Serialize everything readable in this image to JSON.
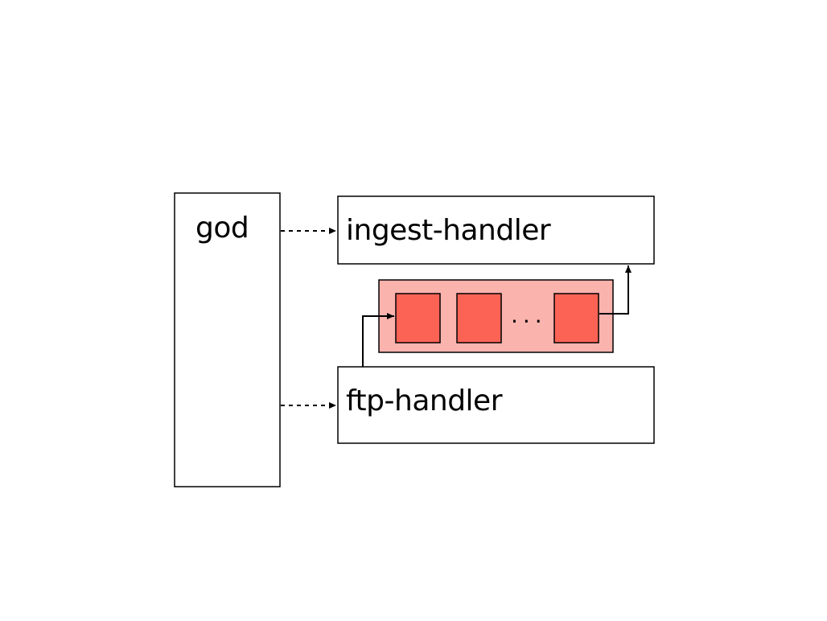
{
  "nodes": {
    "god": {
      "label": "god"
    },
    "ingest_handler": {
      "label": "ingest-handler"
    },
    "ftp_handler": {
      "label": "ftp-handler"
    },
    "queue": {
      "ellipsis": "...",
      "container_color": "#fbb3ae",
      "item_color": "#fc6355"
    }
  },
  "edges": [
    {
      "from": "god",
      "to": "ingest-handler",
      "style": "dashed"
    },
    {
      "from": "god",
      "to": "ftp-handler",
      "style": "dashed"
    },
    {
      "from": "ftp-handler",
      "to": "queue",
      "style": "solid"
    },
    {
      "from": "queue",
      "to": "ingest-handler",
      "style": "solid"
    }
  ]
}
